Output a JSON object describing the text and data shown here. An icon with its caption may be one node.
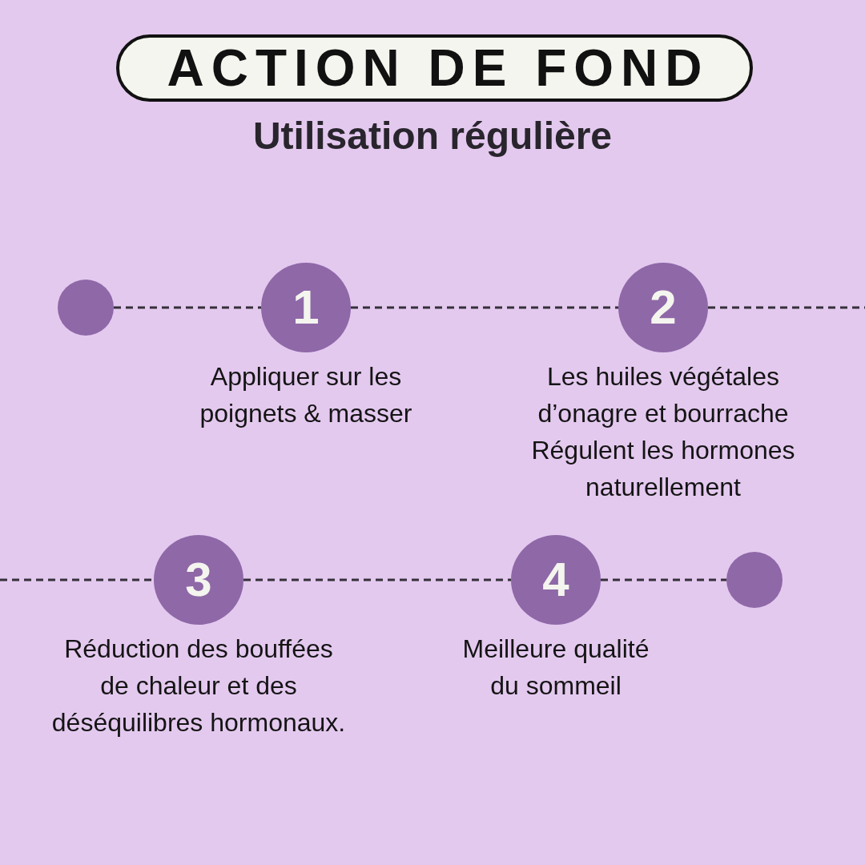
{
  "diagram": {
    "title": "ACTION DE FOND",
    "nodes": [
      {
        "text": [],
        "shape": "circle"
      },
      {
        "text": [
          "1"
        ],
        "beside": [
          "Appliquer sur les poignets & masser"
        ]
      },
      {
        "text": [
          "2"
        ],
        "beside": [
          "Les huiles végétales d’onagre et bourrache Régulent les hormones naturellement"
        ]
      },
      {
        "text": [
          "3"
        ],
        "beside": [
          "Réduction des bouffées de chaleur et des déséquilibres hormonaux."
        ]
      },
      {
        "text": [
          "4"
        ],
        "beside": [
          "Meilleure qualité du sommeil"
        ]
      },
      {
        "text": [],
        "shape": "circle"
      }
    ],
    "edges": [
      {
        "from": 0,
        "to": 1,
        "arrow": "none",
        "style": "dashed"
      },
      {
        "from": 1,
        "to": 2,
        "arrow": "none",
        "style": "dashed"
      },
      {
        "from": 2,
        "to": null,
        "arrow": "none",
        "style": "dashed"
      },
      {
        "from": null,
        "to": 3,
        "arrow": "none",
        "style": "dashed"
      },
      {
        "from": 3,
        "to": 4,
        "arrow": "none",
        "style": "dashed"
      },
      {
        "from": 4,
        "to": 5,
        "arrow": "none",
        "style": "dashed"
      }
    ],
    "labels": [
      "Utilisation régulière"
    ]
  }
}
